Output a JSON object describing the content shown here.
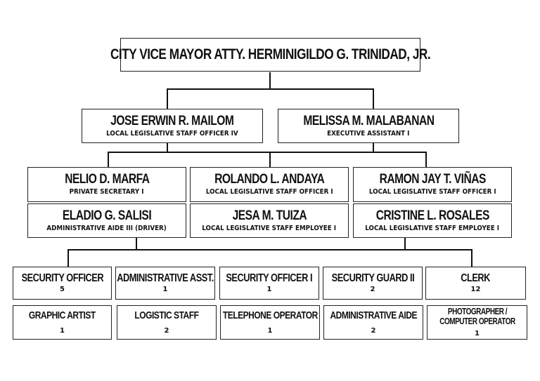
{
  "top": {
    "name": "CITY VICE MAYOR ATTY. HERMINIGILDO G. TRINIDAD, JR."
  },
  "level2": [
    {
      "name": "JOSE ERWIN R. MAILOM",
      "title": "LOCAL LEGISLATIVE STAFF OFFICER IV"
    },
    {
      "name": "MELISSA M. MALABANAN",
      "title": "EXECUTIVE ASSISTANT I"
    }
  ],
  "level3": [
    {
      "name": "NELIO D. MARFA",
      "title": "PRIVATE SECRETARY I"
    },
    {
      "name": "ROLANDO L. ANDAYA",
      "title": "LOCAL LEGISLATIVE STAFF OFFICER I"
    },
    {
      "name": "RAMON JAY T. VIÑAS",
      "title": "LOCAL LEGISLATIVE STAFF OFFICER I"
    }
  ],
  "level4": [
    {
      "name": "ELADIO G. SALISI",
      "title": "ADMINISTRATIVE AIDE III (DRIVER)"
    },
    {
      "name": "JESA M. TUIZA",
      "title": "LOCAL LEGISLATIVE STAFF EMPLOYEE I"
    },
    {
      "name": "CRISTINE L. ROSALES",
      "title": "LOCAL LEGISLATIVE STAFF EMPLOYEE I"
    }
  ],
  "staff_row1": [
    {
      "name": "SECURITY OFFICER",
      "count": "5"
    },
    {
      "name": "ADMINISTRATIVE ASST.",
      "count": "1"
    },
    {
      "name": "SECURITY OFFICER I",
      "count": "1"
    },
    {
      "name": "SECURITY GUARD II",
      "count": "2"
    },
    {
      "name": "CLERK",
      "count": "12"
    }
  ],
  "staff_row2": [
    {
      "name": "GRAPHIC ARTIST",
      "count": "1"
    },
    {
      "name": "LOGISTIC STAFF",
      "count": "2"
    },
    {
      "name": "TELEPHONE OPERATOR",
      "count": "1"
    },
    {
      "name": "ADMINISTRATIVE AIDE",
      "count": "2"
    },
    {
      "name": "PHOTOGRAPHER / COMPUTER OPERATOR",
      "count": "1"
    }
  ]
}
